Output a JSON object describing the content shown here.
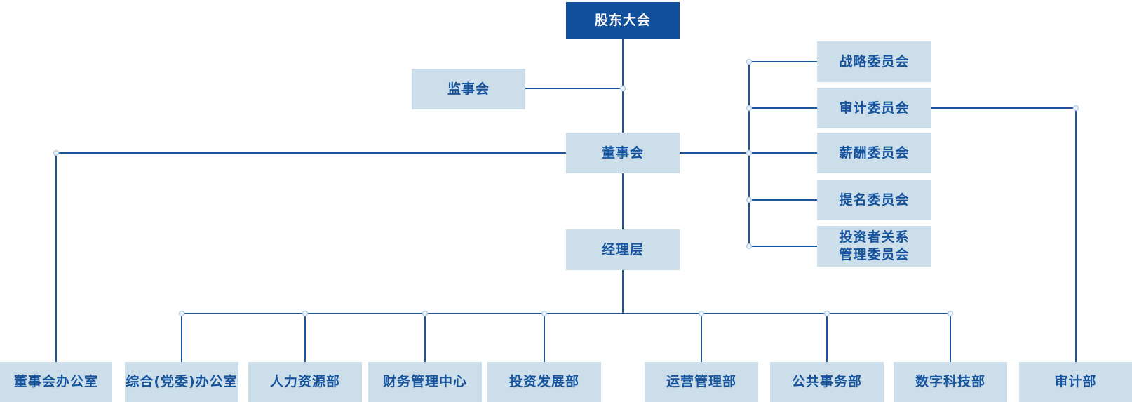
{
  "org_chart": {
    "nodes": {
      "shareholders_meeting": "股东大会",
      "supervisory_board": "监事会",
      "board_of_directors": "董事会",
      "management": "经理层"
    },
    "committees": [
      {
        "label": "战略委员会"
      },
      {
        "label": "审计委员会"
      },
      {
        "label": "薪酬委员会"
      },
      {
        "label": "提名委员会"
      },
      {
        "label": "投资者关系\n管理委员会"
      }
    ],
    "departments": [
      {
        "label": "董事会办公室"
      },
      {
        "label": "综合(党委)办公室"
      },
      {
        "label": "人力资源部"
      },
      {
        "label": "财务管理中心"
      },
      {
        "label": "投资发展部"
      },
      {
        "label": "运营管理部"
      },
      {
        "label": "公共事务部"
      },
      {
        "label": "数字科技部"
      },
      {
        "label": "审计部"
      }
    ],
    "colors": {
      "primary_dark_blue": "#0f4f9c",
      "box_light_blue": "#cddeeb",
      "text_blue": "#16549e",
      "connector_blue": "#1a549b",
      "junction_fill": "#eef4fa",
      "junction_border": "#b7cfe6",
      "background": "#ffffff"
    }
  }
}
